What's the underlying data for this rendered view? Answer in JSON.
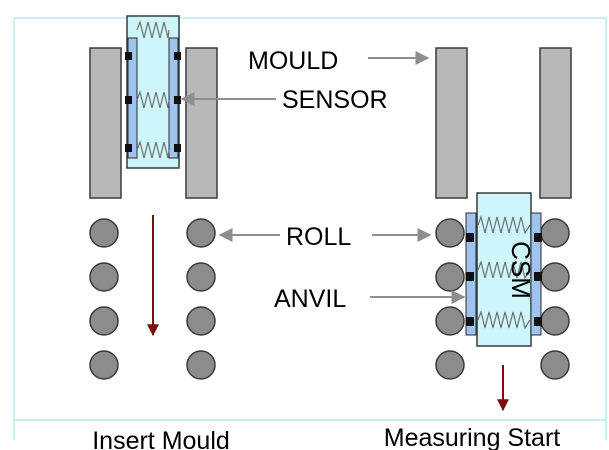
{
  "labels": {
    "mould": "MOULD",
    "sensor": "SENSOR",
    "roll": "ROLL",
    "anvil": "ANVIL",
    "csm": "CSM",
    "insert_mould": "Insert Mould",
    "measuring_start": "Measuring Start"
  },
  "colors": {
    "frame_border": "#cdeef5",
    "mould_fill": "#b8b8b8",
    "roll_fill": "#8c8c8c",
    "sensor_fill": "#ccf6fb",
    "anvil_fill": "#9ec3ee",
    "spring": "#707070",
    "pointer_arrow": "#8e8e8e",
    "motion_arrow": "#7a0f0f",
    "text": "#000000"
  }
}
